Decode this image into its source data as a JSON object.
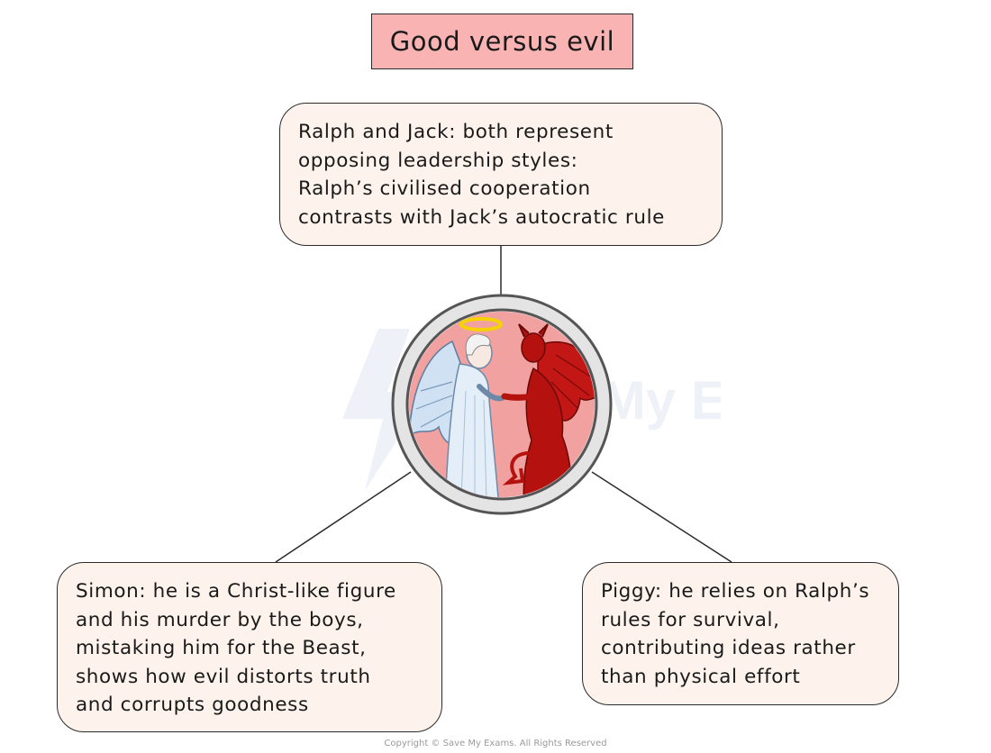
{
  "title": "Good versus evil",
  "notes": {
    "top": "Ralph and Jack: both represent\nopposing leadership styles:\nRalph’s civilised cooperation\ncontrasts with Jack’s autocratic rule",
    "left": "Simon: he is a Christ-like figure\nand his murder by the boys,\nmistaking him for the Beast,\nshows how evil distorts truth\nand corrupts goodness",
    "right": "Piggy: he relies on Ralph’s\nrules for survival,\ncontributing ideas rather\nthan physical effort"
  },
  "watermark": "Save My Exams",
  "footer": "Copyright © Save My Exams. All Rights Reserved",
  "colors": {
    "title_fill": "#f9b3b3",
    "note_fill": "#fdf3ec",
    "medallion_fill": "#f2a1a1",
    "angel": "#dde9f5",
    "devil": "#b5120f",
    "halo": "#f5d200"
  }
}
